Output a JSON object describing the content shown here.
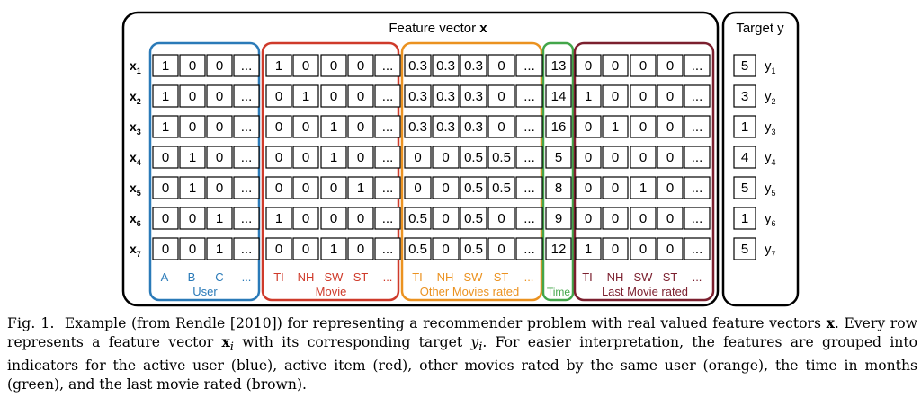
{
  "header": {
    "feature_vector_label": "Feature vector ",
    "feature_vector_bold": "x",
    "target_label": "Target y"
  },
  "rows": [
    {
      "label": "x",
      "sub": "1",
      "user": [
        "1",
        "0",
        "0",
        "..."
      ],
      "movie": [
        "1",
        "0",
        "0",
        "0",
        "..."
      ],
      "other": [
        "0.3",
        "0.3",
        "0.3",
        "0",
        "..."
      ],
      "time": "13",
      "last": [
        "0",
        "0",
        "0",
        "0",
        "..."
      ],
      "target": "5",
      "y": "y",
      "ysub": "1"
    },
    {
      "label": "x",
      "sub": "2",
      "user": [
        "1",
        "0",
        "0",
        "..."
      ],
      "movie": [
        "0",
        "1",
        "0",
        "0",
        "..."
      ],
      "other": [
        "0.3",
        "0.3",
        "0.3",
        "0",
        "..."
      ],
      "time": "14",
      "last": [
        "1",
        "0",
        "0",
        "0",
        "..."
      ],
      "target": "3",
      "y": "y",
      "ysub": "2"
    },
    {
      "label": "x",
      "sub": "3",
      "user": [
        "1",
        "0",
        "0",
        "..."
      ],
      "movie": [
        "0",
        "0",
        "1",
        "0",
        "..."
      ],
      "other": [
        "0.3",
        "0.3",
        "0.3",
        "0",
        "..."
      ],
      "time": "16",
      "last": [
        "0",
        "1",
        "0",
        "0",
        "..."
      ],
      "target": "1",
      "y": "y",
      "ysub": "3"
    },
    {
      "label": "x",
      "sub": "4",
      "user": [
        "0",
        "1",
        "0",
        "..."
      ],
      "movie": [
        "0",
        "0",
        "1",
        "0",
        "..."
      ],
      "other": [
        "0",
        "0",
        "0.5",
        "0.5",
        "..."
      ],
      "time": "5",
      "last": [
        "0",
        "0",
        "0",
        "0",
        "..."
      ],
      "target": "4",
      "y": "y",
      "ysub": "4"
    },
    {
      "label": "x",
      "sub": "5",
      "user": [
        "0",
        "1",
        "0",
        "..."
      ],
      "movie": [
        "0",
        "0",
        "0",
        "1",
        "..."
      ],
      "other": [
        "0",
        "0",
        "0.5",
        "0.5",
        "..."
      ],
      "time": "8",
      "last": [
        "0",
        "0",
        "1",
        "0",
        "..."
      ],
      "target": "5",
      "y": "y",
      "ysub": "5"
    },
    {
      "label": "x",
      "sub": "6",
      "user": [
        "0",
        "0",
        "1",
        "..."
      ],
      "movie": [
        "1",
        "0",
        "0",
        "0",
        "..."
      ],
      "other": [
        "0.5",
        "0",
        "0.5",
        "0",
        "..."
      ],
      "time": "9",
      "last": [
        "0",
        "0",
        "0",
        "0",
        "..."
      ],
      "target": "1",
      "y": "y",
      "ysub": "6"
    },
    {
      "label": "x",
      "sub": "7",
      "user": [
        "0",
        "0",
        "1",
        "..."
      ],
      "movie": [
        "0",
        "0",
        "1",
        "0",
        "..."
      ],
      "other": [
        "0.5",
        "0",
        "0.5",
        "0",
        "..."
      ],
      "time": "12",
      "last": [
        "1",
        "0",
        "0",
        "0",
        "..."
      ],
      "target": "5",
      "y": "y",
      "ysub": "7"
    }
  ],
  "groups": {
    "user": {
      "name": "User",
      "cols": [
        "A",
        "B",
        "C",
        "..."
      ],
      "color": "#2a7ab8"
    },
    "movie": {
      "name": "Movie",
      "cols": [
        "TI",
        "NH",
        "SW",
        "ST",
        "..."
      ],
      "color": "#cf3a2a"
    },
    "other": {
      "name": "Other Movies rated",
      "cols": [
        "TI",
        "NH",
        "SW",
        "ST",
        "..."
      ],
      "color": "#eb9220"
    },
    "time": {
      "name": "Time",
      "cols": [],
      "color": "#43a64a"
    },
    "last": {
      "name": "Last Movie rated",
      "cols": [
        "TI",
        "NH",
        "SW",
        "ST",
        "..."
      ],
      "color": "#7b1f2e"
    }
  },
  "caption": {
    "fig_label": "Fig. 1.",
    "part1": "Example (from Rendle [2010]) for representing a recommender problem with real valued feature vectors ",
    "x_bold": "x",
    "part2": ". Every row represents a feature vector ",
    "xi_bold": "x",
    "xi_sub": "i",
    "part3": " with its corresponding target ",
    "yi_it": "y",
    "yi_sub": "i",
    "part4": ". For easier interpretation, the features are grouped into indicators for the active user (blue), active item (red), other movies rated by the same user (orange), the time in months (green), and the last movie rated (brown)."
  }
}
